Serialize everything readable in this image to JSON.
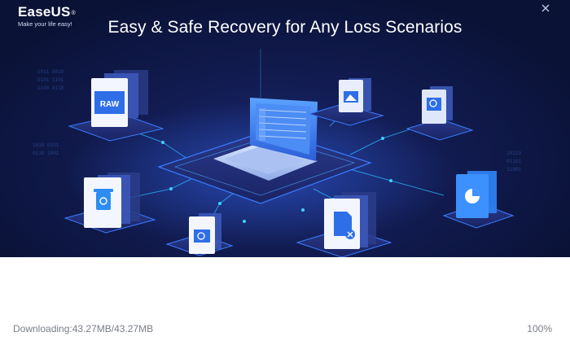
{
  "header": {
    "brand_name": "EaseUS",
    "brand_mark": "®",
    "tagline": "Make your life easy!",
    "headline": "Easy & Safe Recovery for Any Loss Scenarios"
  },
  "banner": {
    "icons": [
      {
        "name": "raw-file-icon",
        "label": "RAW"
      },
      {
        "name": "recycle-bin-icon"
      },
      {
        "name": "search-file-icon"
      },
      {
        "name": "deleted-file-icon"
      },
      {
        "name": "image-file-icon"
      },
      {
        "name": "zoom-file-icon"
      },
      {
        "name": "pie-chart-file-icon"
      }
    ],
    "colors": {
      "background": "#121c52",
      "accent": "#3a8bff",
      "line": "#2bb6ff"
    }
  },
  "status": {
    "text": "Downloading:43.27MB/43.27MB",
    "percent": "100%"
  },
  "controls": {
    "close_icon": "close-icon"
  }
}
